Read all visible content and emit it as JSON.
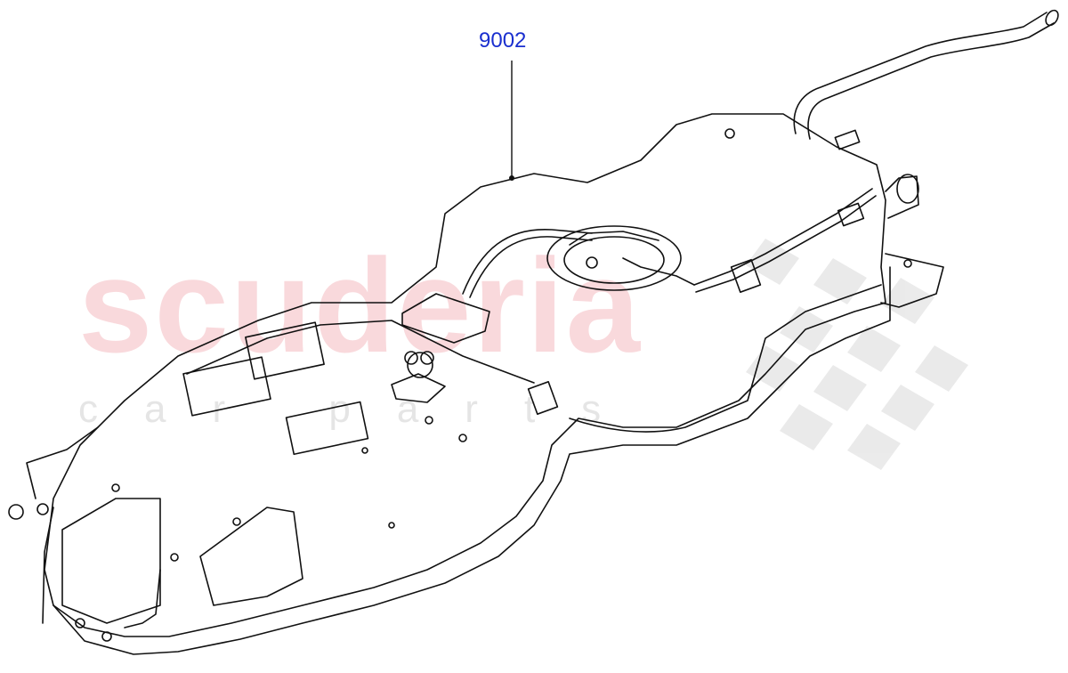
{
  "callout": {
    "part_number": "9002"
  },
  "watermark": {
    "brand": "scuderia",
    "tagline": "car parts"
  },
  "colors": {
    "callout_text": "#1a2fcf",
    "line": "#111111",
    "shading": "#d9d9d9",
    "watermark_red": "#eb7882",
    "watermark_grey": "#aaaaaa"
  }
}
